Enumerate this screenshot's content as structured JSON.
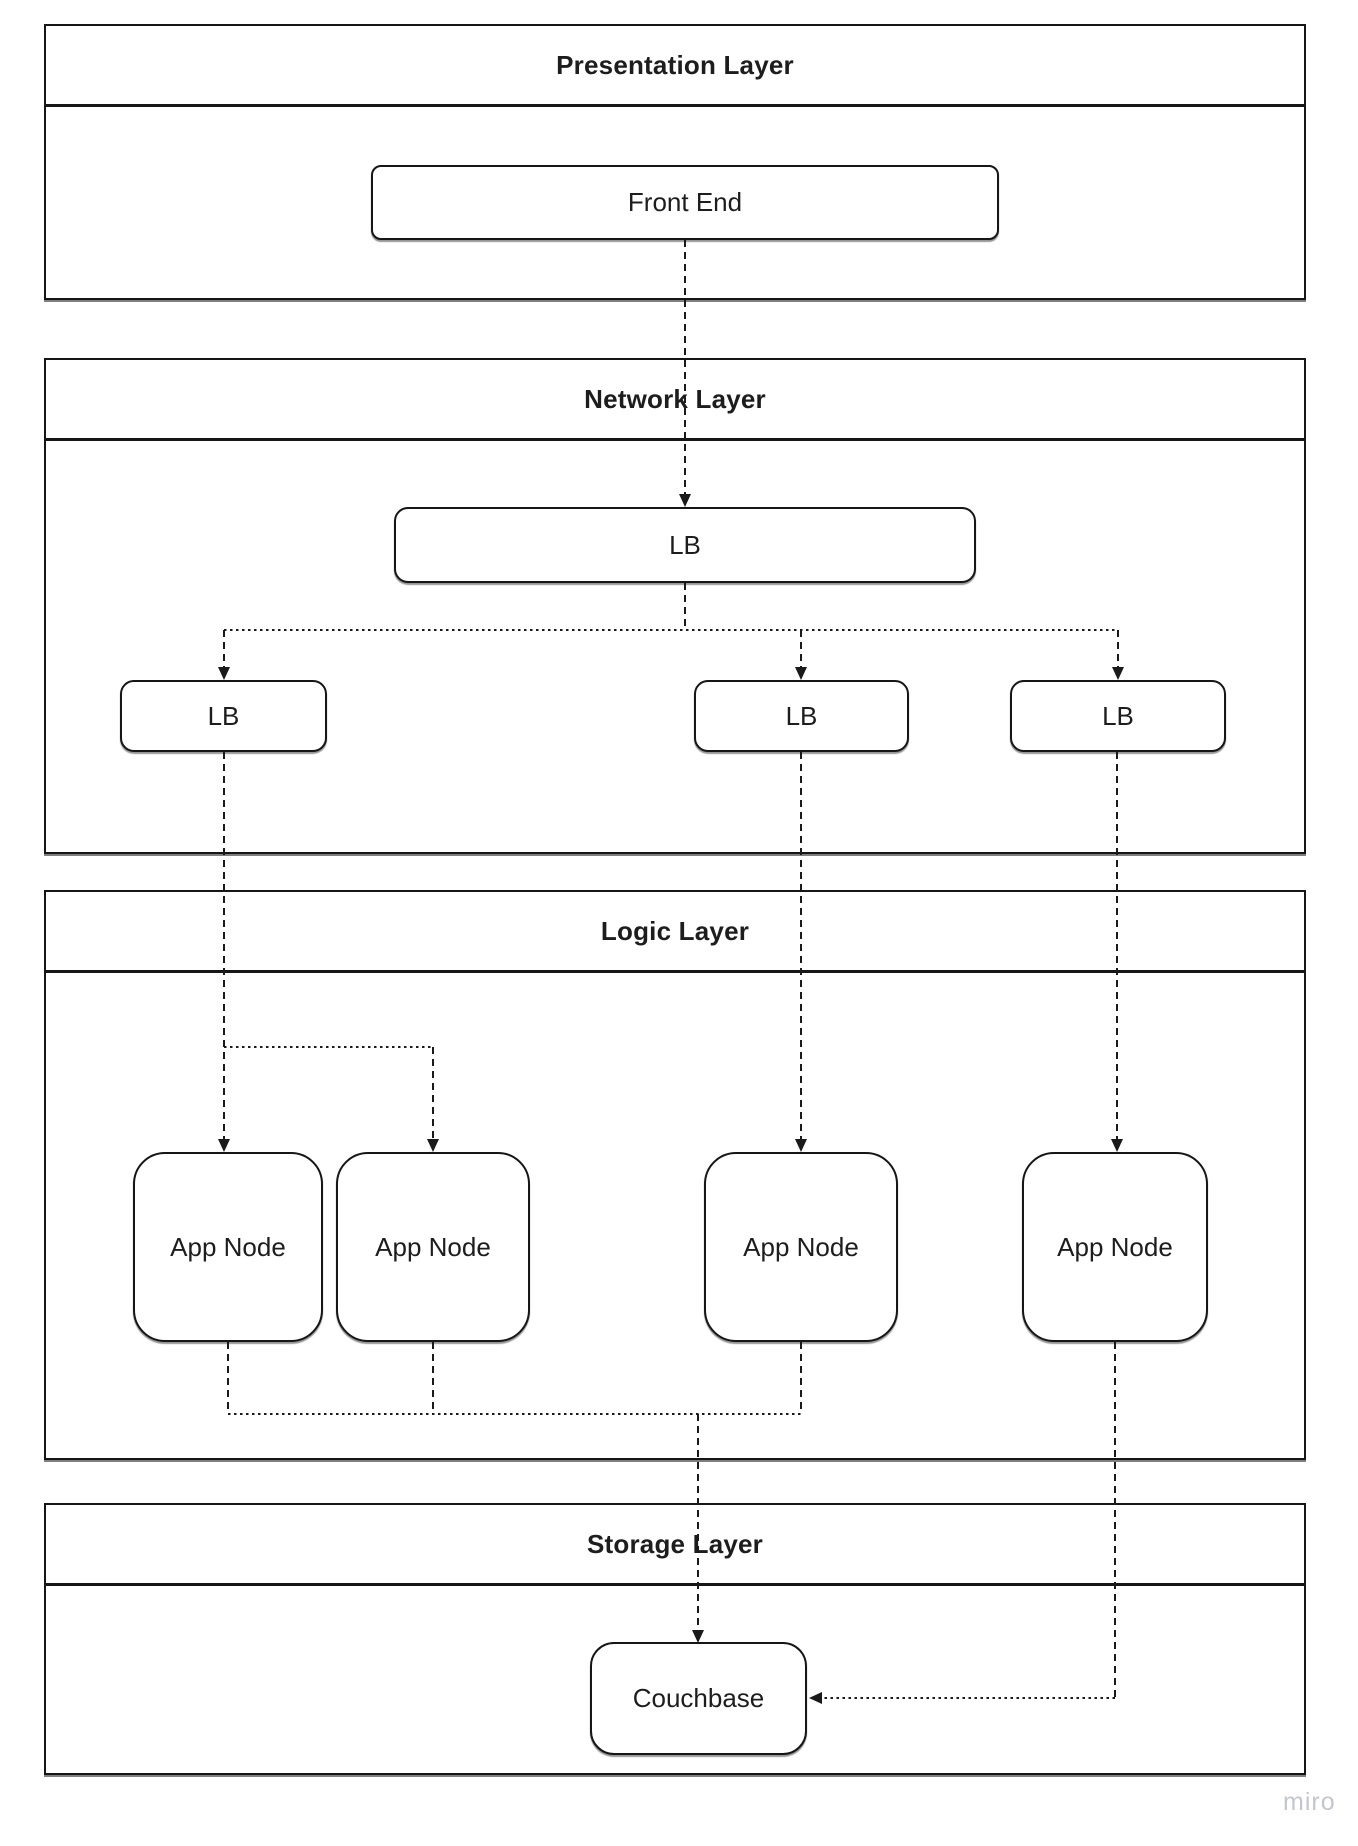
{
  "diagram": {
    "layers": [
      {
        "id": "presentation",
        "title": "Presentation Layer"
      },
      {
        "id": "network",
        "title": "Network Layer"
      },
      {
        "id": "logic",
        "title": "Logic Layer"
      },
      {
        "id": "storage",
        "title": "Storage Layer"
      }
    ],
    "nodes": [
      {
        "id": "front-end",
        "label": "Front End",
        "layer": "presentation"
      },
      {
        "id": "lb-main",
        "label": "LB",
        "layer": "network"
      },
      {
        "id": "lb-1",
        "label": "LB",
        "layer": "network"
      },
      {
        "id": "lb-2",
        "label": "LB",
        "layer": "network"
      },
      {
        "id": "lb-3",
        "label": "LB",
        "layer": "network"
      },
      {
        "id": "app-node-1",
        "label": "App Node",
        "layer": "logic"
      },
      {
        "id": "app-node-2",
        "label": "App Node",
        "layer": "logic"
      },
      {
        "id": "app-node-3",
        "label": "App Node",
        "layer": "logic"
      },
      {
        "id": "app-node-4",
        "label": "App Node",
        "layer": "logic"
      },
      {
        "id": "couchbase",
        "label": "Couchbase",
        "layer": "storage"
      }
    ],
    "edges": [
      {
        "from": "front-end",
        "to": "lb-main",
        "style": "dashed",
        "arrow": true
      },
      {
        "from": "lb-main",
        "to": "lb-1",
        "style": "dashed",
        "arrow": true
      },
      {
        "from": "lb-main",
        "to": "lb-2",
        "style": "dashed",
        "arrow": true
      },
      {
        "from": "lb-main",
        "to": "lb-3",
        "style": "dashed",
        "arrow": true
      },
      {
        "from": "lb-1",
        "to": "app-node-1",
        "style": "dashed",
        "arrow": true
      },
      {
        "from": "lb-1",
        "to": "app-node-2",
        "style": "dashed",
        "arrow": true
      },
      {
        "from": "lb-2",
        "to": "app-node-3",
        "style": "dashed",
        "arrow": true
      },
      {
        "from": "lb-3",
        "to": "app-node-4",
        "style": "dashed",
        "arrow": true
      },
      {
        "from": "app-node-1",
        "to": "couchbase",
        "style": "dashed",
        "arrow": true
      },
      {
        "from": "app-node-2",
        "to": "couchbase",
        "style": "dashed",
        "arrow": true
      },
      {
        "from": "app-node-3",
        "to": "couchbase",
        "style": "dashed",
        "arrow": true
      },
      {
        "from": "app-node-4",
        "to": "couchbase",
        "style": "dashed",
        "arrow": true
      }
    ],
    "colors": {
      "stroke": "#1a1a1a",
      "text": "#1d1d1d",
      "background": "#ffffff",
      "watermark": "#c3c6ce"
    }
  },
  "watermark": {
    "label": "miro"
  }
}
